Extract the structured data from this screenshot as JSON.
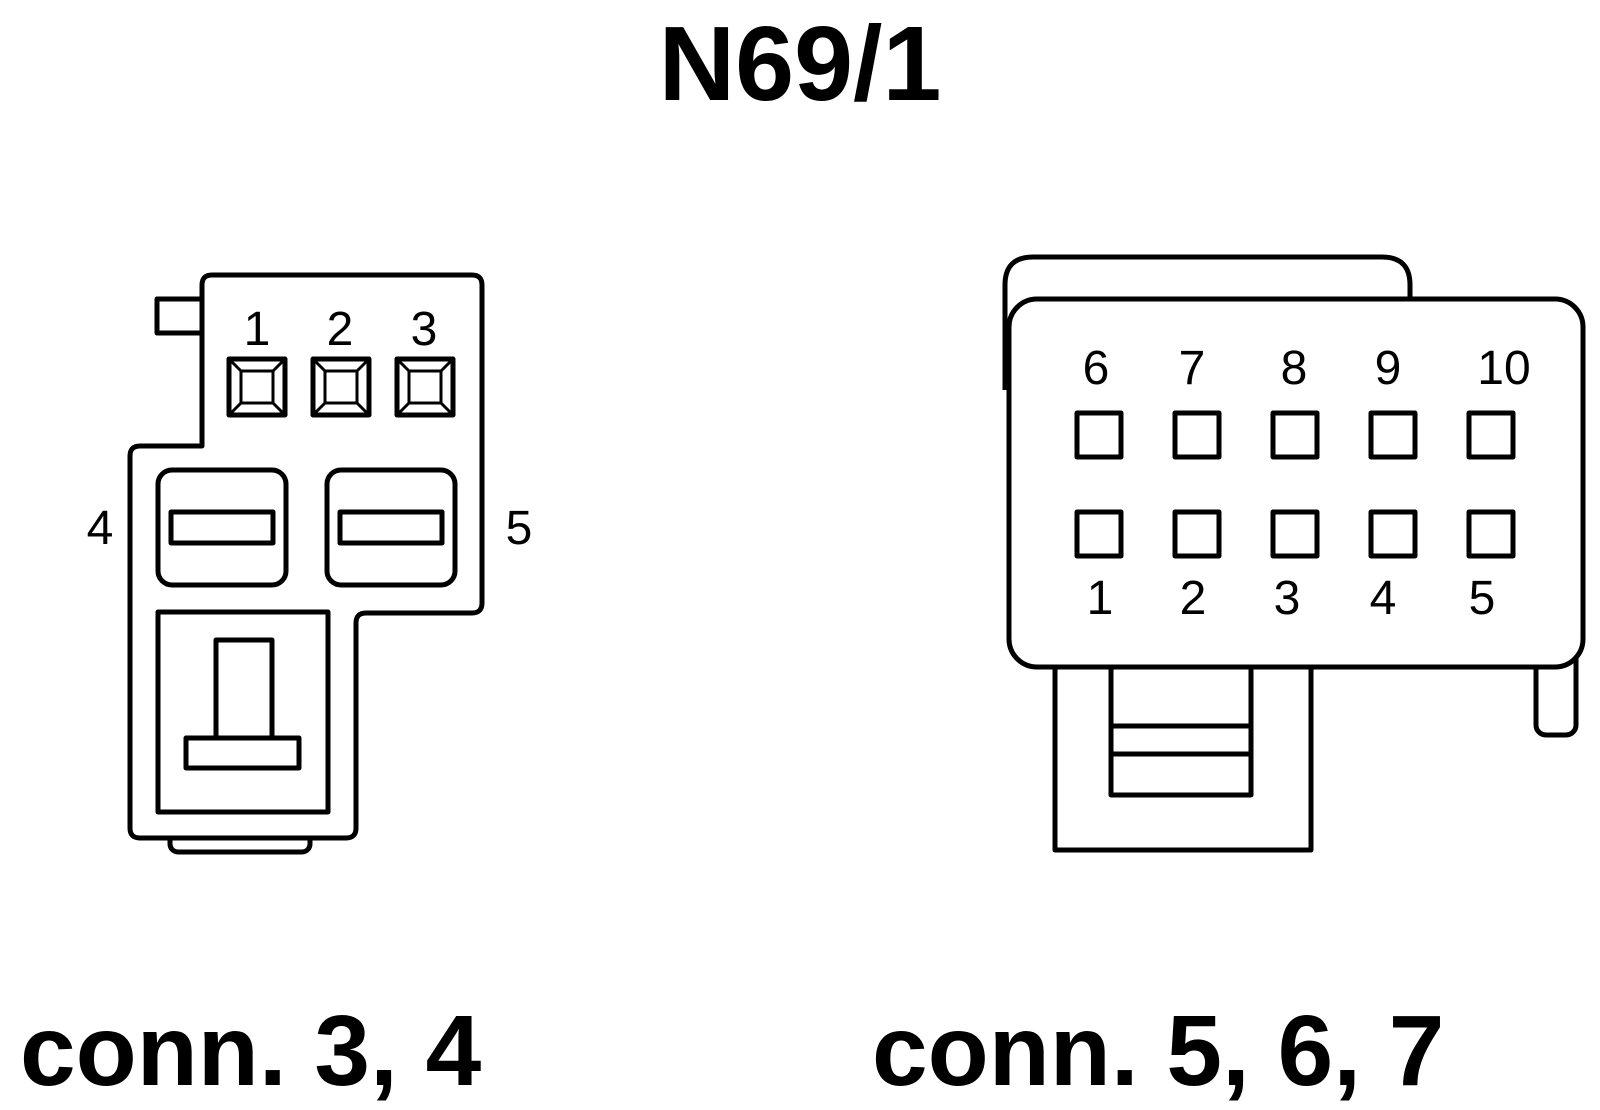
{
  "title": "N69/1",
  "connector_left": {
    "caption": "conn. 3, 4",
    "pins_top": [
      "1",
      "2",
      "3"
    ],
    "pin_left": "4",
    "pin_right": "5"
  },
  "connector_right": {
    "caption": "conn. 5, 6, 7",
    "pins_top": [
      "6",
      "7",
      "8",
      "9",
      "10"
    ],
    "pins_bottom": [
      "1",
      "2",
      "3",
      "4",
      "5"
    ]
  },
  "colors": {
    "stroke": "#000000",
    "background": "#ffffff"
  }
}
